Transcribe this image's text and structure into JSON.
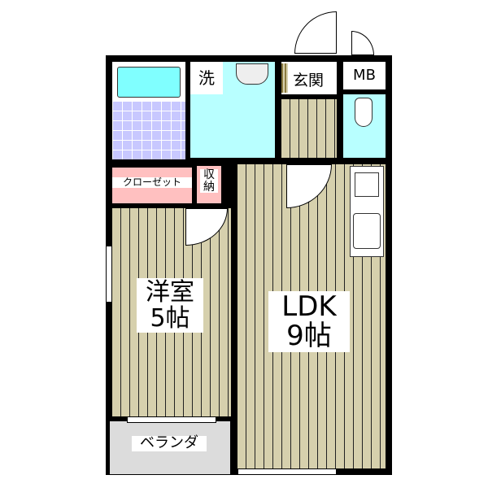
{
  "floorplan": {
    "rooms": {
      "western_room": {
        "name": "洋室",
        "size": "5帖"
      },
      "ldk": {
        "name": "LDK",
        "size": "9帖"
      },
      "closet": {
        "name": "クローゼット"
      },
      "storage": {
        "name": "収納"
      },
      "washroom": {
        "name": "洗"
      },
      "entrance": {
        "name": "玄関"
      },
      "meter_box": {
        "name": "MB"
      },
      "veranda": {
        "name": "ベランダ"
      }
    },
    "colors": {
      "wall": "#000000",
      "floor_wood": "#d6d0ad",
      "wet_area": "#b8ffff",
      "bath_tile": "#c8c8ff",
      "bathtub": "#80ffff",
      "closet": "#ffc0c0",
      "veranda": "#dcdcdc"
    }
  }
}
